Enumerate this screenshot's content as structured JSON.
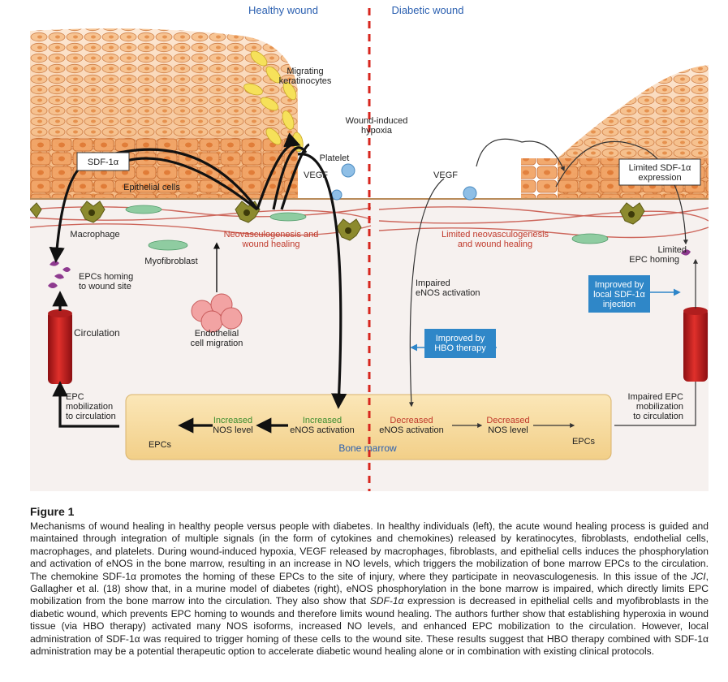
{
  "figure": {
    "header_left": "Healthy wound",
    "header_right": "Diabetic wound",
    "labels": {
      "migrating_1": "Migrating",
      "migrating_2": "keratinocytes",
      "hypoxia_1": "Wound-induced",
      "hypoxia_2": "hypoxia",
      "platelet": "Platelet",
      "sdf": "SDF-1α",
      "vegf_left": "VEGF",
      "vegf_right": "VEGF",
      "epithelial": "Epithelial cells",
      "macrophage": "Macrophage",
      "myofibroblast": "Myofibroblast",
      "neo_1": "Neovasculogenesis and",
      "neo_2": "wound healing",
      "limited_neo_1": "Limited neovasculogenesis",
      "limited_neo_2": "and wound healing",
      "limited_sdf_1": "Limited SDF-1α",
      "limited_sdf_2": "expression",
      "limited_epc_1": "Limited",
      "limited_epc_2": "EPC homing",
      "epc_homing_1": "EPCs homing",
      "epc_homing_2": "to wound site",
      "impaired_enos_1": "Impaired",
      "impaired_enos_2": "eNOS activation",
      "improved_local_1": "Improved by",
      "improved_local_2": "local SDF-1α",
      "improved_local_3": "injection",
      "circulation": "Circulation",
      "endothelial_1": "Endothelial",
      "endothelial_2": "cell migration",
      "improved_hbo_1": "Improved by",
      "improved_hbo_2": "HBO therapy",
      "epc_mob_1": "EPC",
      "epc_mob_2": "mobilization",
      "epc_mob_3": "to circulation",
      "impaired_epc_1": "Impaired EPC",
      "impaired_epc_2": "mobilization",
      "impaired_epc_3": "to circulation",
      "inc_nos_1": "Increased",
      "inc_nos_2": "NOS level",
      "inc_enos_1": "Increased",
      "inc_enos_2": "eNOS activation",
      "dec_enos_1": "Decreased",
      "dec_enos_2": "eNOS activation",
      "dec_nos_1": "Decreased",
      "dec_nos_2": "NOS level",
      "epcs_left": "EPCs",
      "epcs_right": "EPCs",
      "bone_marrow": "Bone marrow"
    }
  },
  "caption": {
    "title": "Figure 1",
    "text_a": "Mechanisms of wound healing in healthy people versus people with diabetes. In healthy individuals (left), the acute wound healing process is guided and maintained through integration of multiple signals (in the form of cytokines and chemokines) released by keratinocytes, fibroblasts, endothelial cells, macrophages, and platelets. During wound-induced hypoxia, VEGF released by macrophages, fibroblasts, and epithelial cells induces the phosphorylation and activation of eNOS in the bone marrow, resulting in an increase in NO levels, which triggers the mobilization of bone marrow EPCs to the circulation. The chemokine SDF-1α promotes the homing of these EPCs to the site of injury, where they participate in neovasculogenesis. In this issue of the ",
    "text_jci": "JCI",
    "text_b": ", Gallagher et al. (18) show that, in a murine model of diabetes (right), eNOS phosphorylation in the bone marrow is impaired, which directly limits EPC mobilization from the bone marrow into the circulation. They also show that ",
    "text_sdf": "SDF-1α",
    "text_c": " expression is decreased in epithelial cells and myofibroblasts in the diabetic wound, which prevents EPC homing to wounds and therefore limits wound healing. The authors further show that establishing hyperoxia in wound tissue (via HBO therapy) activated many NOS isoforms, increased NO levels, and enhanced EPC mobilization to the circulation. However, local administration of SDF-1α was required to trigger homing of these cells to the wound site. These results suggest that HBO therapy combined with SDF-1α administration may be a potential therapeutic option to accelerate diabetic wound healing alone or in combination with existing clinical protocols."
  }
}
